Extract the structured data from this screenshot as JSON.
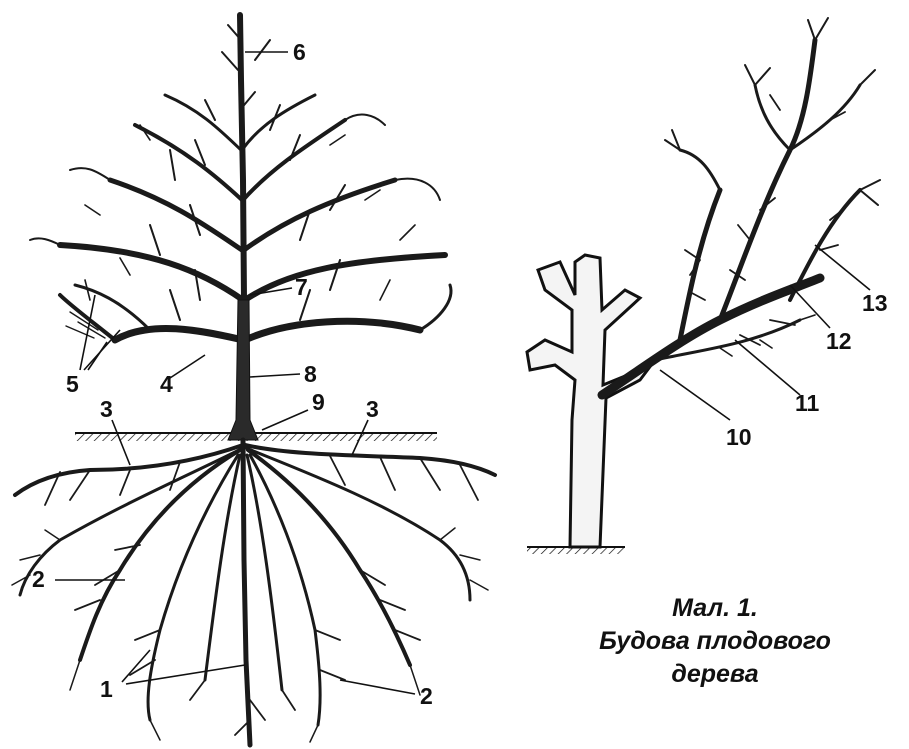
{
  "labels": {
    "n1": "1",
    "n2a": "2",
    "n2b": "2",
    "n3a": "3",
    "n3b": "3",
    "n4": "4",
    "n5": "5",
    "n6": "6",
    "n7": "7",
    "n8": "8",
    "n9": "9",
    "n10": "10",
    "n11": "11",
    "n12": "12",
    "n13": "13"
  },
  "caption": {
    "line1": "Мал. 1.",
    "line2": "Будова плодового",
    "line3": "дерева"
  },
  "colors": {
    "ink": "#111111",
    "background": "#ffffff"
  }
}
